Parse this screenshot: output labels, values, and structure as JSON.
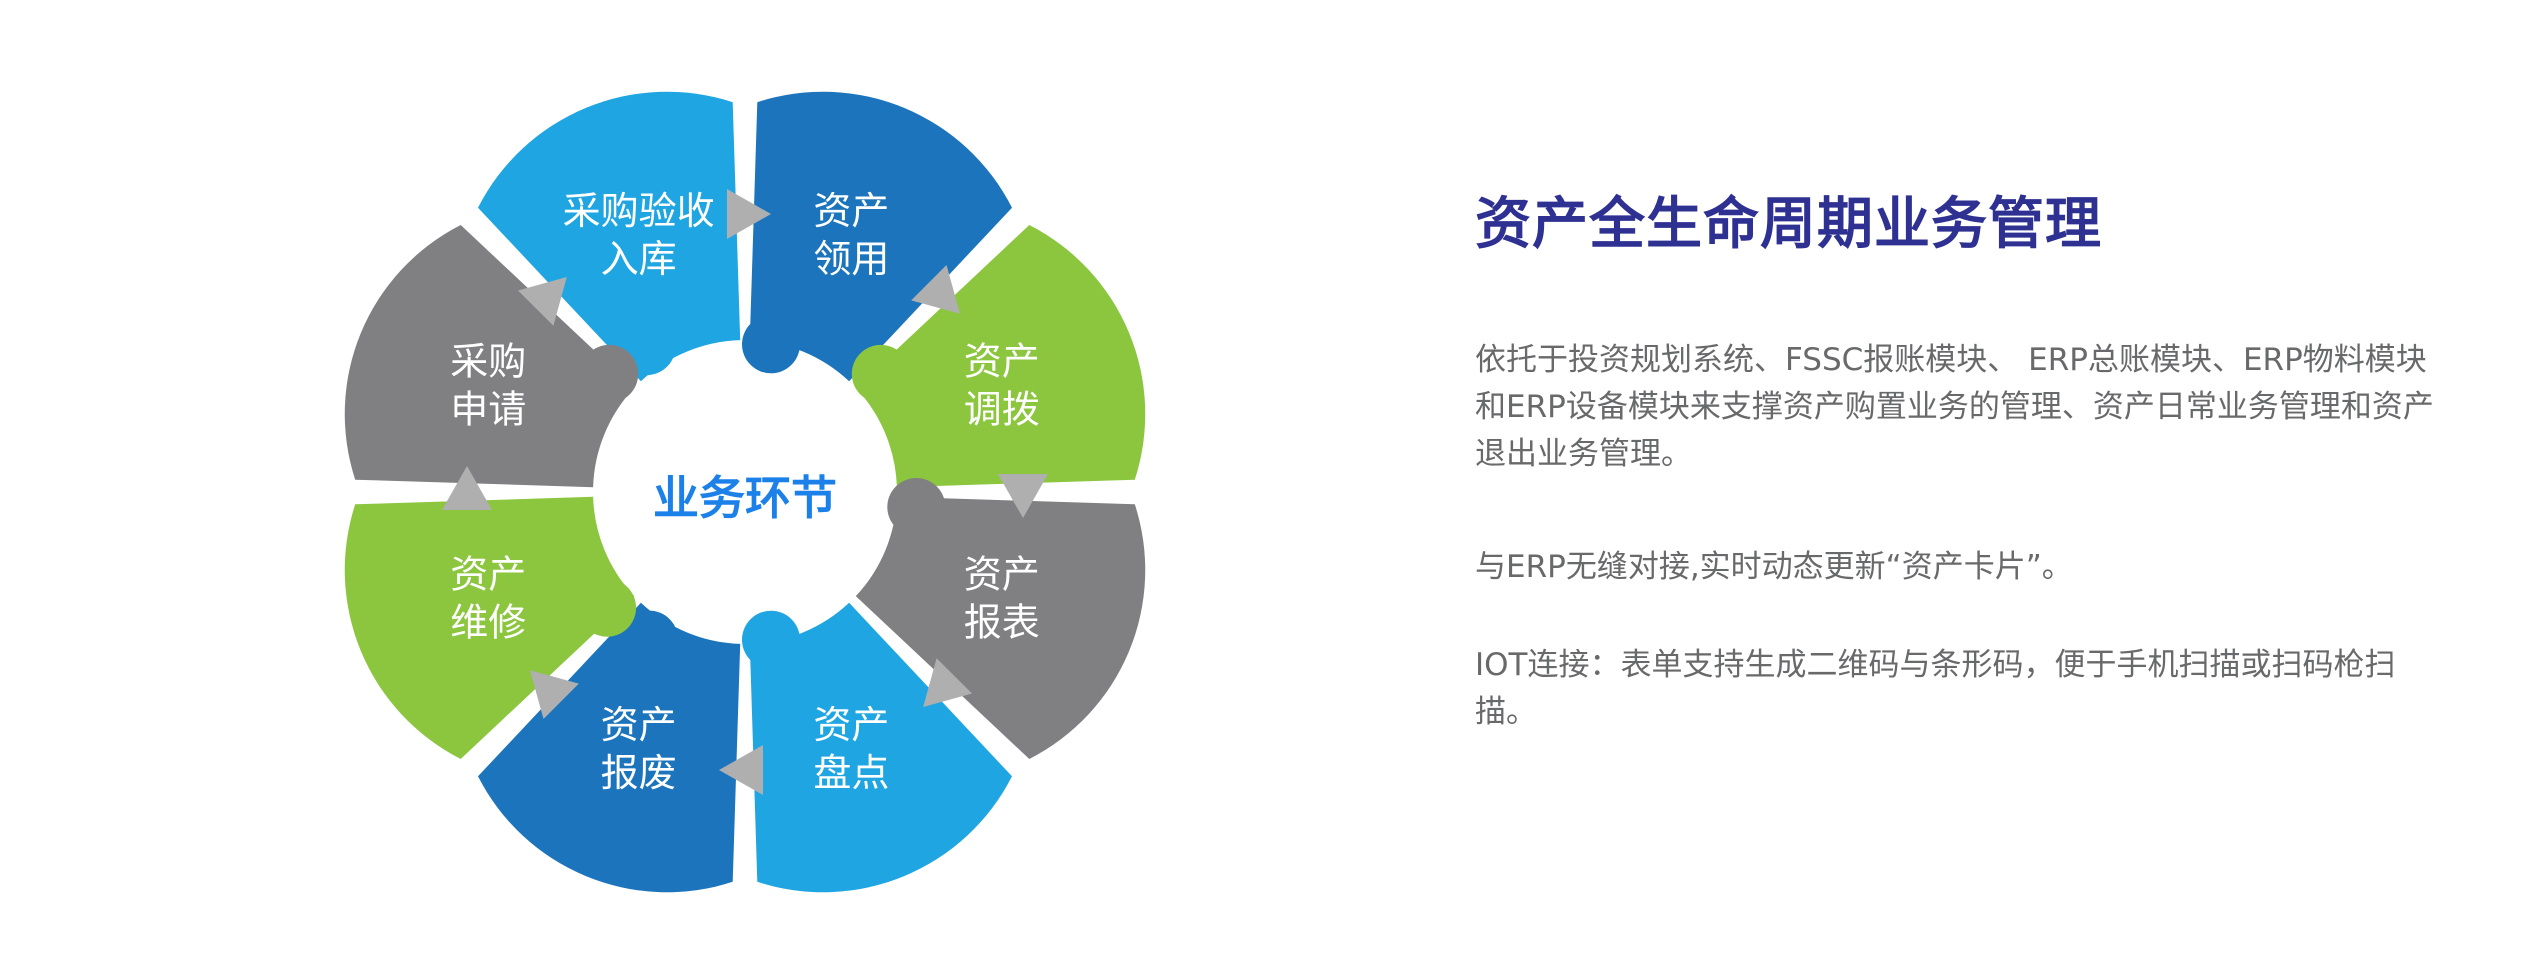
{
  "diagram": {
    "center_label": "业务环节",
    "colors": {
      "center_label": "#1B80E8",
      "arrow": "#AFAFAF",
      "label_text": "#FFFFFF",
      "light_blue": "#1FA6E2",
      "dark_blue": "#1C75BC",
      "green": "#8CC63F",
      "gray": "#808083"
    },
    "segments": [
      {
        "id": "purchase-acceptance-warehousing",
        "label_lines": [
          "采购验收",
          "入库"
        ],
        "color": "#1FA6E2",
        "start": 315,
        "end": 360,
        "knob_angle": 326,
        "knob_r": 176
      },
      {
        "id": "asset-requisition",
        "label_lines": [
          "资产",
          "领用"
        ],
        "color": "#1C75BC",
        "start": 0,
        "end": 45,
        "knob_angle": 10,
        "knob_r": 150
      },
      {
        "id": "asset-transfer",
        "label_lines": [
          "资产",
          "调拨"
        ],
        "color": "#8CC63F",
        "start": 45,
        "end": 90,
        "knob_angle": 49,
        "knob_r": 180
      },
      {
        "id": "asset-report",
        "label_lines": [
          "资产",
          "报表"
        ],
        "color": "#808083",
        "start": 90,
        "end": 135,
        "knob_angle": 95,
        "knob_r": 172
      },
      {
        "id": "asset-inventory",
        "label_lines": [
          "资产",
          "盘点"
        ],
        "color": "#1FA6E2",
        "start": 135,
        "end": 180,
        "knob_angle": 170,
        "knob_r": 150
      },
      {
        "id": "asset-scrap",
        "label_lines": [
          "资产",
          "报废"
        ],
        "color": "#1C75BC",
        "start": 180,
        "end": 225,
        "knob_angle": 213,
        "knob_r": 176
      },
      {
        "id": "asset-repair",
        "label_lines": [
          "资产",
          "维修"
        ],
        "color": "#8CC63F",
        "start": 225,
        "end": 270,
        "knob_angle": 230,
        "knob_r": 180
      },
      {
        "id": "purchase-request",
        "label_lines": [
          "采购",
          "申请"
        ],
        "color": "#808083",
        "start": 270,
        "end": 315,
        "knob_angle": 311,
        "knob_r": 180
      }
    ],
    "arrow_angles": [
      0,
      45,
      90,
      135,
      180,
      225,
      270,
      315
    ]
  },
  "right_panel": {
    "heading": "资产全生命周期业务管理",
    "paragraphs": [
      {
        "lines": [
          "依托于投资规划系统、FSSC报账模块、 ERP总账模块、ERP物料模块",
          "和ERP设备模块来支撑资产购置业务的管理、资产日常业务管理和资产",
          "退出业务管理。"
        ]
      },
      {
        "lines": [
          "与ERP无缝对接,实时动态更新“资产卡片”。"
        ]
      },
      {
        "lines": [
          "IOT连接：表单支持生成二维码与条形码，便于手机扫描或扫码枪扫",
          "描。"
        ]
      }
    ]
  }
}
